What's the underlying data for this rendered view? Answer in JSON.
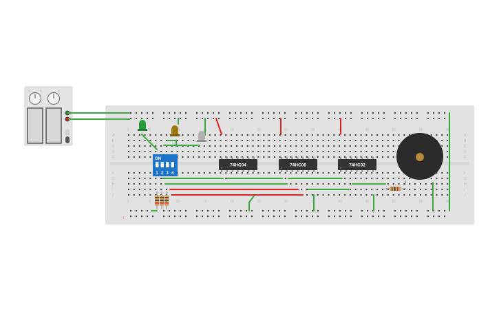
{
  "circuit": {
    "chips": [
      {
        "label": "74HC04"
      },
      {
        "label": "74HC08"
      },
      {
        "label": "74HC32"
      }
    ],
    "dip_switch": {
      "on_label": "ON",
      "positions": [
        "1",
        "2",
        "3",
        "4"
      ]
    },
    "breadboard": {
      "row_labels_top": [
        "A",
        "B",
        "C",
        "D",
        "E"
      ],
      "row_labels_bottom": [
        "F",
        "G",
        "H",
        "I",
        "J"
      ],
      "column_labels": [
        "1",
        "5",
        "10",
        "15",
        "20",
        "25",
        "30",
        "35",
        "40",
        "45",
        "50",
        "55",
        "60"
      ],
      "rail_plus": "+",
      "rail_minus": "-"
    },
    "power_supply": {
      "component": "dual-power-supply",
      "knob_count": 2,
      "output_terminals": [
        "positive",
        "negative"
      ]
    },
    "components": [
      {
        "type": "led",
        "color": "#2a9a3a"
      },
      {
        "type": "led",
        "color": "#9a7a10"
      },
      {
        "type": "led",
        "color": "#b0b0b0"
      },
      {
        "type": "buzzer",
        "color": "#2b2b2b"
      },
      {
        "type": "resistor-array",
        "count": 3
      },
      {
        "type": "resistor",
        "count": 1
      }
    ],
    "colors": {
      "board": "#e2e2e2",
      "wire_green": "#3aa83a",
      "wire_red": "#dd2222",
      "chip": "#333333",
      "dip": "#1e74c6"
    }
  }
}
